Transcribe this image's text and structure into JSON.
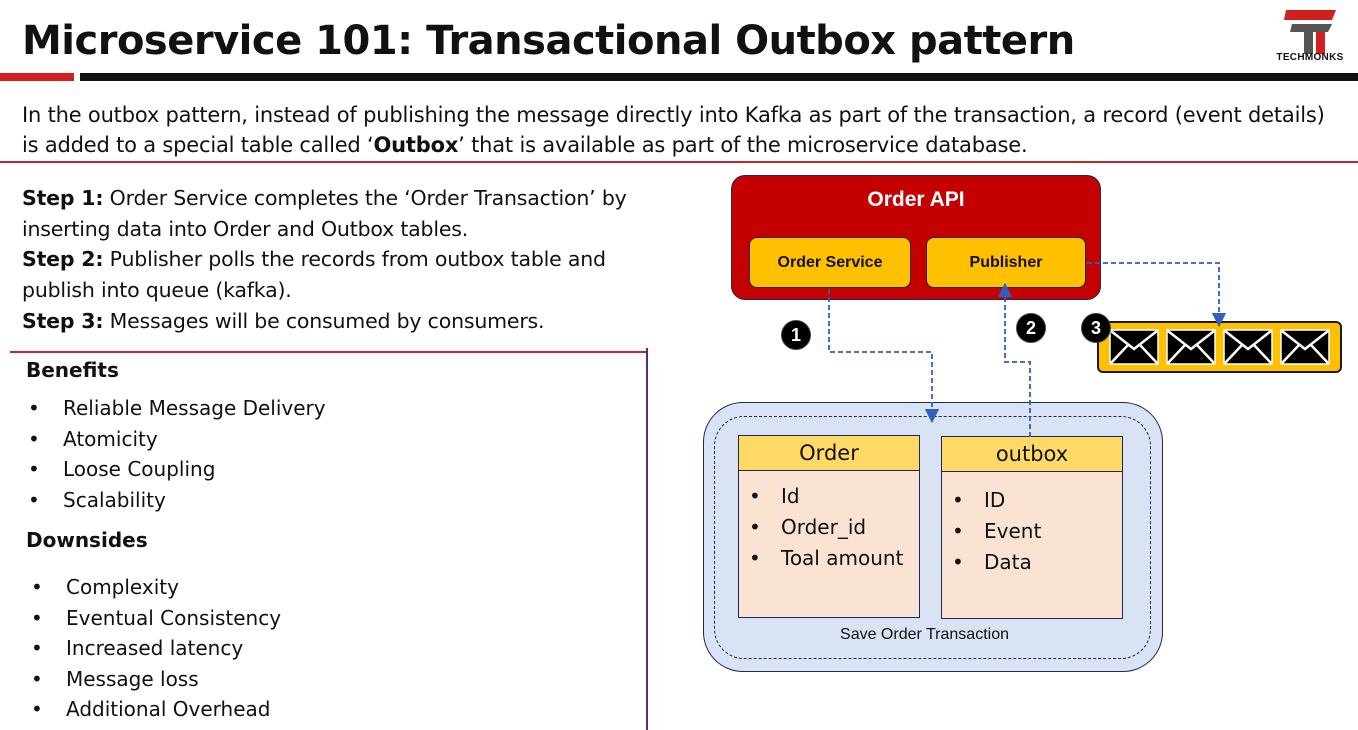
{
  "header": {
    "title": "Microservice 101: Transactional Outbox pattern",
    "logo_text": "TECHMONKS"
  },
  "intro": {
    "line1": "In the outbox pattern, instead of publishing the message directly into Kafka as part of the transaction, a record (event details)",
    "line2_before": "is added to a special table called ‘",
    "line2_bold": "Outbox",
    "line2_after": "’ that is available as part of the microservice database."
  },
  "steps": [
    {
      "label": "Step 1:",
      "text": " Order Service completes the ‘Order Transaction’ by inserting data into Order and Outbox tables."
    },
    {
      "label": "Step 2:",
      "text": " Publisher polls the records from outbox table and publish into queue (kafka)."
    },
    {
      "label": "Step 3:",
      "text": " Messages will be consumed by consumers."
    }
  ],
  "benefits": {
    "title": "Benefits",
    "items": [
      "Reliable Message Delivery",
      "Atomicity",
      "Loose Coupling",
      "Scalability"
    ]
  },
  "downsides": {
    "title": "Downsides",
    "items": [
      "Complexity",
      "Eventual Consistency",
      "Increased latency",
      "Message loss",
      "Additional Overhead"
    ]
  },
  "diagram": {
    "api_title": "Order API",
    "order_service": "Order Service",
    "publisher": "Publisher",
    "badges": [
      "1",
      "2",
      "3"
    ],
    "queue_message_count": 4,
    "database_label": "Save Order Transaction",
    "tables": [
      {
        "name": "Order",
        "fields": [
          "Id",
          "Order_id",
          "Toal amount"
        ]
      },
      {
        "name": "outbox",
        "fields": [
          "ID",
          "Event",
          "Data"
        ]
      }
    ]
  },
  "colors": {
    "accent_red": "#c40000",
    "service_yellow": "#ffc000",
    "table_header": "#ffd966",
    "table_body": "#fbe3d4",
    "db_background": "#d9e3f3",
    "connector_blue": "#2f5fbf"
  }
}
